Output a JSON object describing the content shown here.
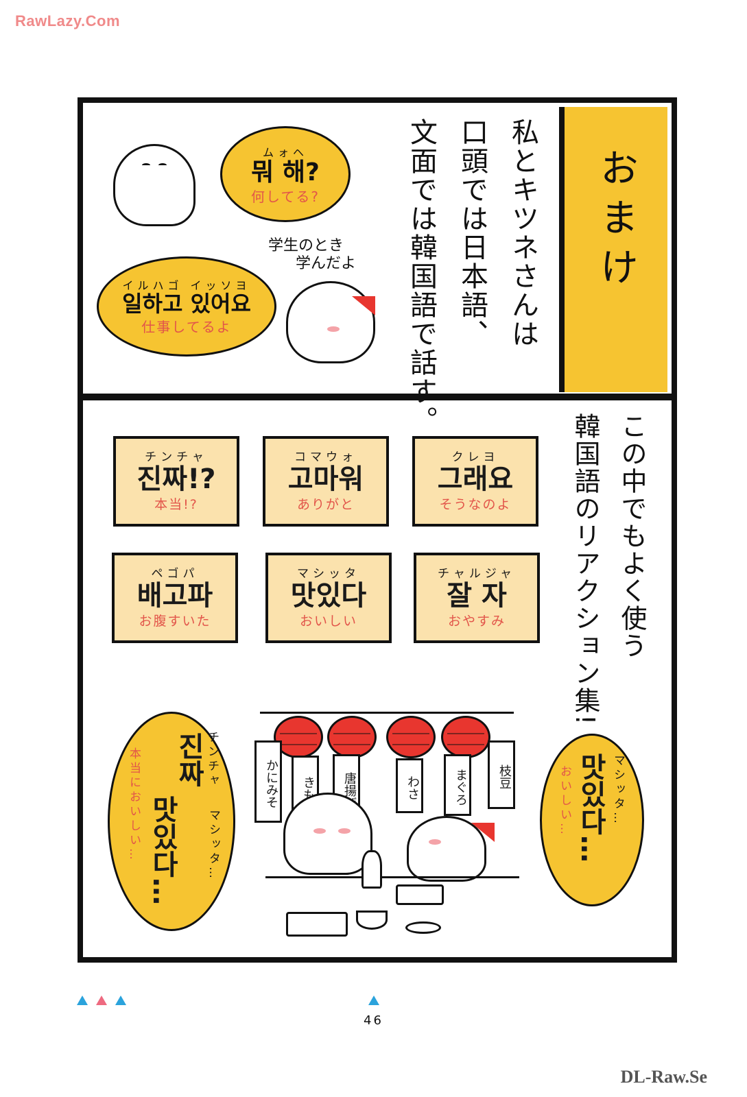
{
  "watermark_top": "RawLazy.Com",
  "watermark_bottom": "DL-Raw.Se",
  "page_number": "46",
  "top_panel": {
    "title": "おまけ",
    "narration": [
      "私とキツネさんは",
      "口頭では日本語、",
      "文面では韓国語で話す。"
    ],
    "note": [
      "学生のとき",
      "学んだよ"
    ],
    "bubble_fox": {
      "ruby": "ムォヘ",
      "korean": "뭐 해?",
      "japanese": "何してる?"
    },
    "bubble_bird": {
      "ruby": "イルハゴ イッソヨ",
      "korean": "일하고 있어요",
      "japanese": "仕事してるよ"
    }
  },
  "bottom_panel": {
    "narration": [
      "この中でもよく使う",
      "韓国語のリアクション集!"
    ],
    "cards": [
      {
        "ruby": "チンチャ",
        "korean": "진짜!?",
        "japanese": "本当!?"
      },
      {
        "ruby": "コマウォ",
        "korean": "고마워",
        "japanese": "ありがと"
      },
      {
        "ruby": "クレヨ",
        "korean": "그래요",
        "japanese": "そうなのよ"
      },
      {
        "ruby": "ペゴパ",
        "korean": "배고파",
        "japanese": "お腹すいた"
      },
      {
        "ruby": "マシッタ",
        "korean": "맛있다",
        "japanese": "おいしい"
      },
      {
        "ruby": "チャルジャ",
        "korean": "잘 자",
        "japanese": "おやすみ"
      }
    ],
    "bubble_left": {
      "korean": [
        "진짜",
        "맛있다…"
      ],
      "ruby": [
        "チンチャ",
        "マシッタ…"
      ],
      "japanese": "本当においしい…"
    },
    "bubble_right": {
      "korean": "맛있다…",
      "ruby": "マシッタ…",
      "japanese": "おいしい…"
    },
    "menu_tags": [
      "かにみそ",
      "きも",
      "唐揚げ",
      "わさ",
      "まぐろ",
      "枝豆"
    ]
  }
}
